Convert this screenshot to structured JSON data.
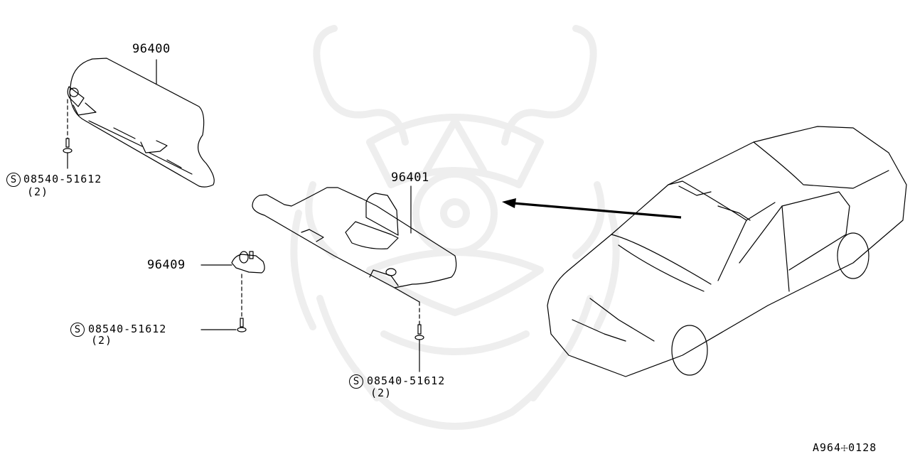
{
  "diagram": {
    "type": "exploded parts diagram",
    "subject": "Sun visor assembly",
    "reference_code": "A964☩0128",
    "watermark": "samurai-helmet-logo",
    "parts": [
      {
        "id": "96400",
        "label": "96400",
        "description": "sun visor (left)"
      },
      {
        "id": "96401",
        "label": "96401",
        "description": "sun visor (right)"
      },
      {
        "id": "96409",
        "label": "96409",
        "description": "visor holder/clip"
      }
    ],
    "fasteners": [
      {
        "symbol": "S",
        "part_number": "08540-51612",
        "quantity": "(2)",
        "attached_to": "96400"
      },
      {
        "symbol": "S",
        "part_number": "08540-51612",
        "quantity": "(2)",
        "attached_to": "96409"
      },
      {
        "symbol": "S",
        "part_number": "08540-51612",
        "quantity": "(2)",
        "attached_to": "96401"
      }
    ],
    "location_arrow": {
      "from": "vehicle windshield header",
      "to": "parts group"
    }
  }
}
